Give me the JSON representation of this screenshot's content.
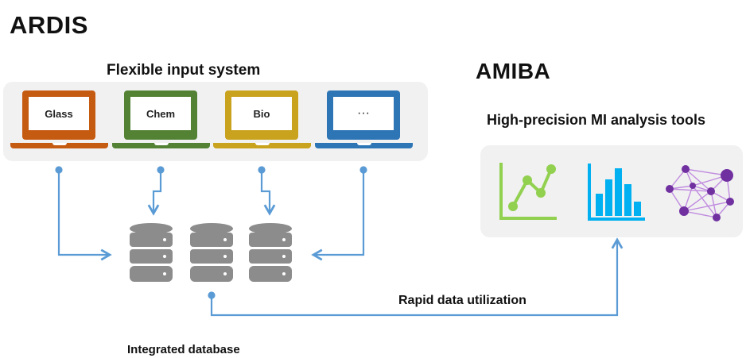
{
  "title": "ARDIS",
  "input_system": {
    "heading": "Flexible input system",
    "laptops": [
      {
        "label": "Glass",
        "color": "#c55a11"
      },
      {
        "label": "Chem",
        "color": "#548235"
      },
      {
        "label": "Bio",
        "color": "#c9a21e"
      },
      {
        "label": "···",
        "color": "#2e75b6"
      }
    ]
  },
  "amiba": {
    "title": "AMIBA",
    "heading": "High-precision MI analysis tools",
    "tools": [
      {
        "icon": "line-chart-icon",
        "color": "#92d050"
      },
      {
        "icon": "bar-chart-icon",
        "color": "#00b0f0"
      },
      {
        "icon": "network-graph-icon",
        "color": "#7030a0"
      }
    ]
  },
  "flow_label": "Rapid data utilization",
  "database_label": "Integrated database",
  "colors": {
    "connector": "#5b9bd5",
    "database": "#8c8c8c",
    "panel": "#f1f1f1"
  }
}
